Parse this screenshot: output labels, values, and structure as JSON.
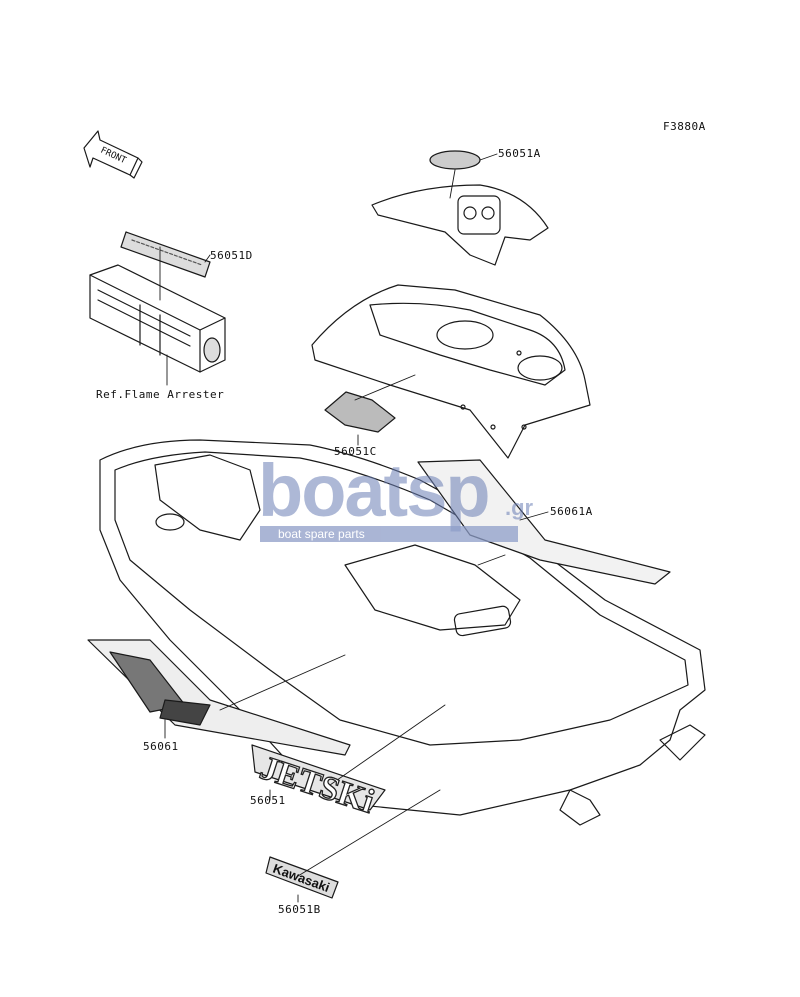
{
  "figure_code": "F3880A",
  "front_indicator": "FRONT",
  "callouts": {
    "p56051A": "56051A",
    "p56051D": "56051D",
    "ref_flame_arrester": "Ref.Flame Arrester",
    "p56051C": "56051C",
    "p56061A": "56061A",
    "p56061": "56061",
    "p56051": "56051",
    "p56051B": "56051B"
  },
  "decals": {
    "jetski_text": "JETSKi",
    "kawasaki_text": "Kawasaki"
  },
  "watermark": {
    "main": "boatsp",
    "suffix": ".gr",
    "tagline": "boat spare parts",
    "color": "#6b7fb5"
  }
}
